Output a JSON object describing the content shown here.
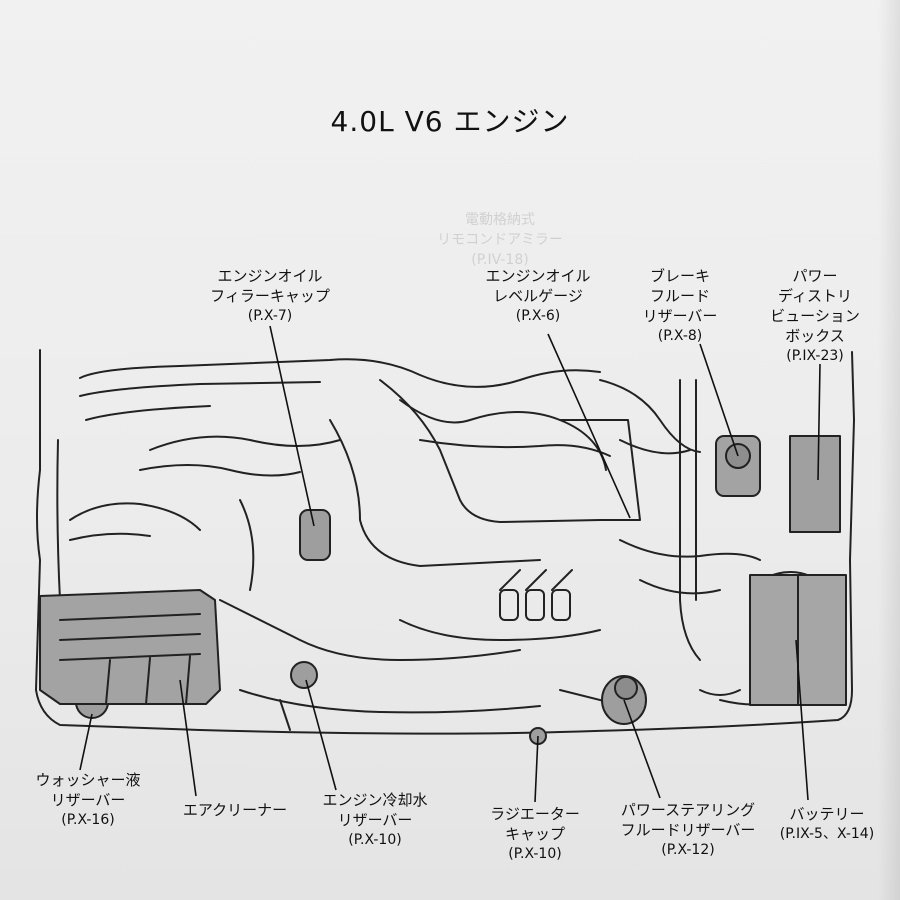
{
  "title": "4.0L V6 エンジン",
  "bleed_through": [
    "電動格納式",
    "リモコンドアミラー",
    "(P.IV-18)"
  ],
  "callouts": [
    {
      "id": "oil-filler",
      "lines": [
        "エンジンオイル",
        "フィラーキャップ"
      ],
      "ref": "(P.X-7)"
    },
    {
      "id": "oil-gauge",
      "lines": [
        "エンジンオイル",
        "レベルゲージ"
      ],
      "ref": "(P.X-6)"
    },
    {
      "id": "brake-fluid",
      "lines": [
        "ブレーキ",
        "フルード",
        "リザーバー"
      ],
      "ref": "(P.X-8)"
    },
    {
      "id": "power-dist",
      "lines": [
        "パワー",
        "ディストリ",
        "ビューション",
        "ボックス"
      ],
      "ref": "(P.IX-23)"
    },
    {
      "id": "washer",
      "lines": [
        "ウォッシャー液",
        "リザーバー"
      ],
      "ref": "(P.X-16)"
    },
    {
      "id": "air-cleaner",
      "lines": [
        "エアクリーナー"
      ],
      "ref": ""
    },
    {
      "id": "coolant",
      "lines": [
        "エンジン冷却水",
        "リザーバー"
      ],
      "ref": "(P.X-10)"
    },
    {
      "id": "radiator-cap",
      "lines": [
        "ラジエーター",
        "キャップ"
      ],
      "ref": "(P.X-10)"
    },
    {
      "id": "ps-fluid",
      "lines": [
        "パワーステアリング",
        "フルードリザーバー"
      ],
      "ref": "(P.X-12)"
    },
    {
      "id": "battery",
      "lines": [
        "バッテリー"
      ],
      "ref": "(P.IX-5、X-14)"
    }
  ]
}
